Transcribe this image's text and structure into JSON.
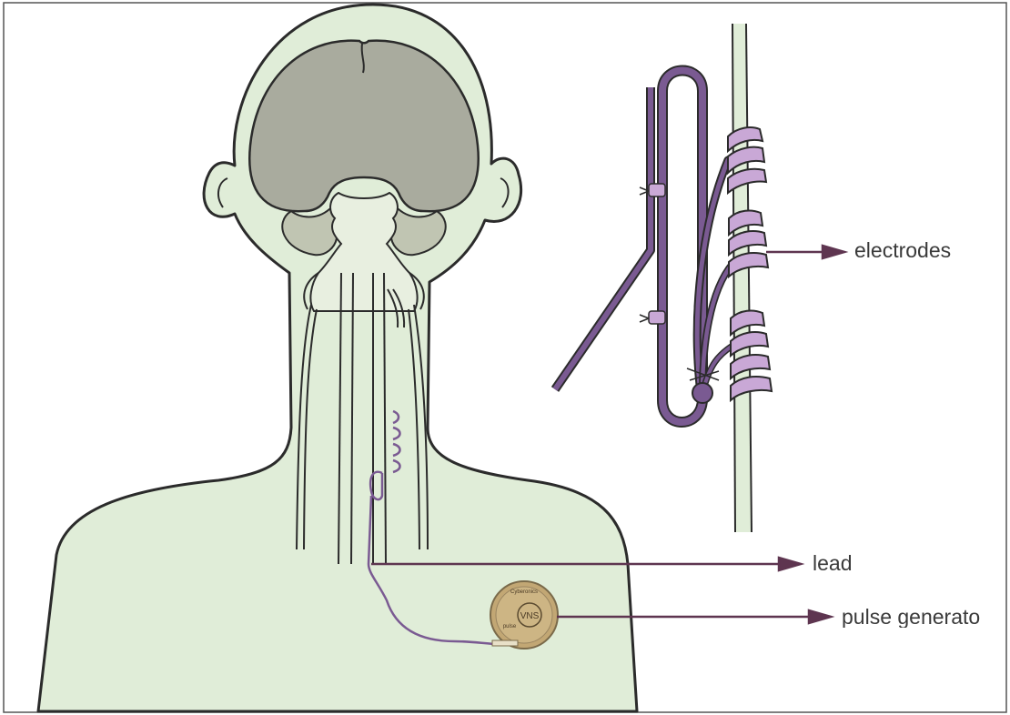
{
  "labels": {
    "electrodes": "electrodes",
    "lead": "lead",
    "pulse_generator": "pulse generato"
  },
  "device_text": {
    "vns": "VNS",
    "brand": "Cyberonics",
    "model": "pulse"
  },
  "colors": {
    "skin": "#e0edd8",
    "outline": "#2b2b2b",
    "brain": "#a9ab9e",
    "lead": "#7a5a92",
    "lead_light": "#c9a8d6",
    "arrow": "#5e3550",
    "generator": "#c2a774",
    "border": "#555555"
  }
}
